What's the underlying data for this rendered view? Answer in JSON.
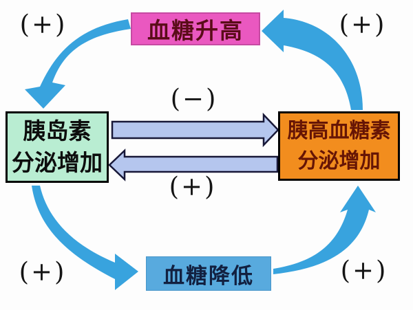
{
  "nodes": {
    "glucose_rise": {
      "label": "血糖升高"
    },
    "insulin": {
      "line1": "胰岛素",
      "line2": "分泌增加"
    },
    "glucagon": {
      "line1": "胰高血糖素",
      "line2": "分泌增加"
    },
    "glucose_fall": {
      "label": "血糖降低"
    }
  },
  "signs": {
    "top_left": "(+)",
    "top_right": "(+)",
    "middle_top": "(−)",
    "middle_bottom": "(+)",
    "bottom_left": "(+)",
    "bottom_right": "(+)"
  },
  "colors": {
    "background": "#fdfdfd",
    "curved_arrow": "#38a3de",
    "straight_arrow_fill": "#b5c6ee",
    "straight_arrow_outline": "#181838",
    "glucose_rise_bg": "#ea58c0",
    "glucose_rise_text": "#5a0c18",
    "insulin_bg": "#b9edd2",
    "insulin_text": "#0d0d0d",
    "glucagon_bg": "#f28d1e",
    "glucagon_text": "#661505",
    "glucose_fall_bg": "#58aade",
    "glucose_fall_text": "#122040",
    "node_border": "#000000"
  }
}
